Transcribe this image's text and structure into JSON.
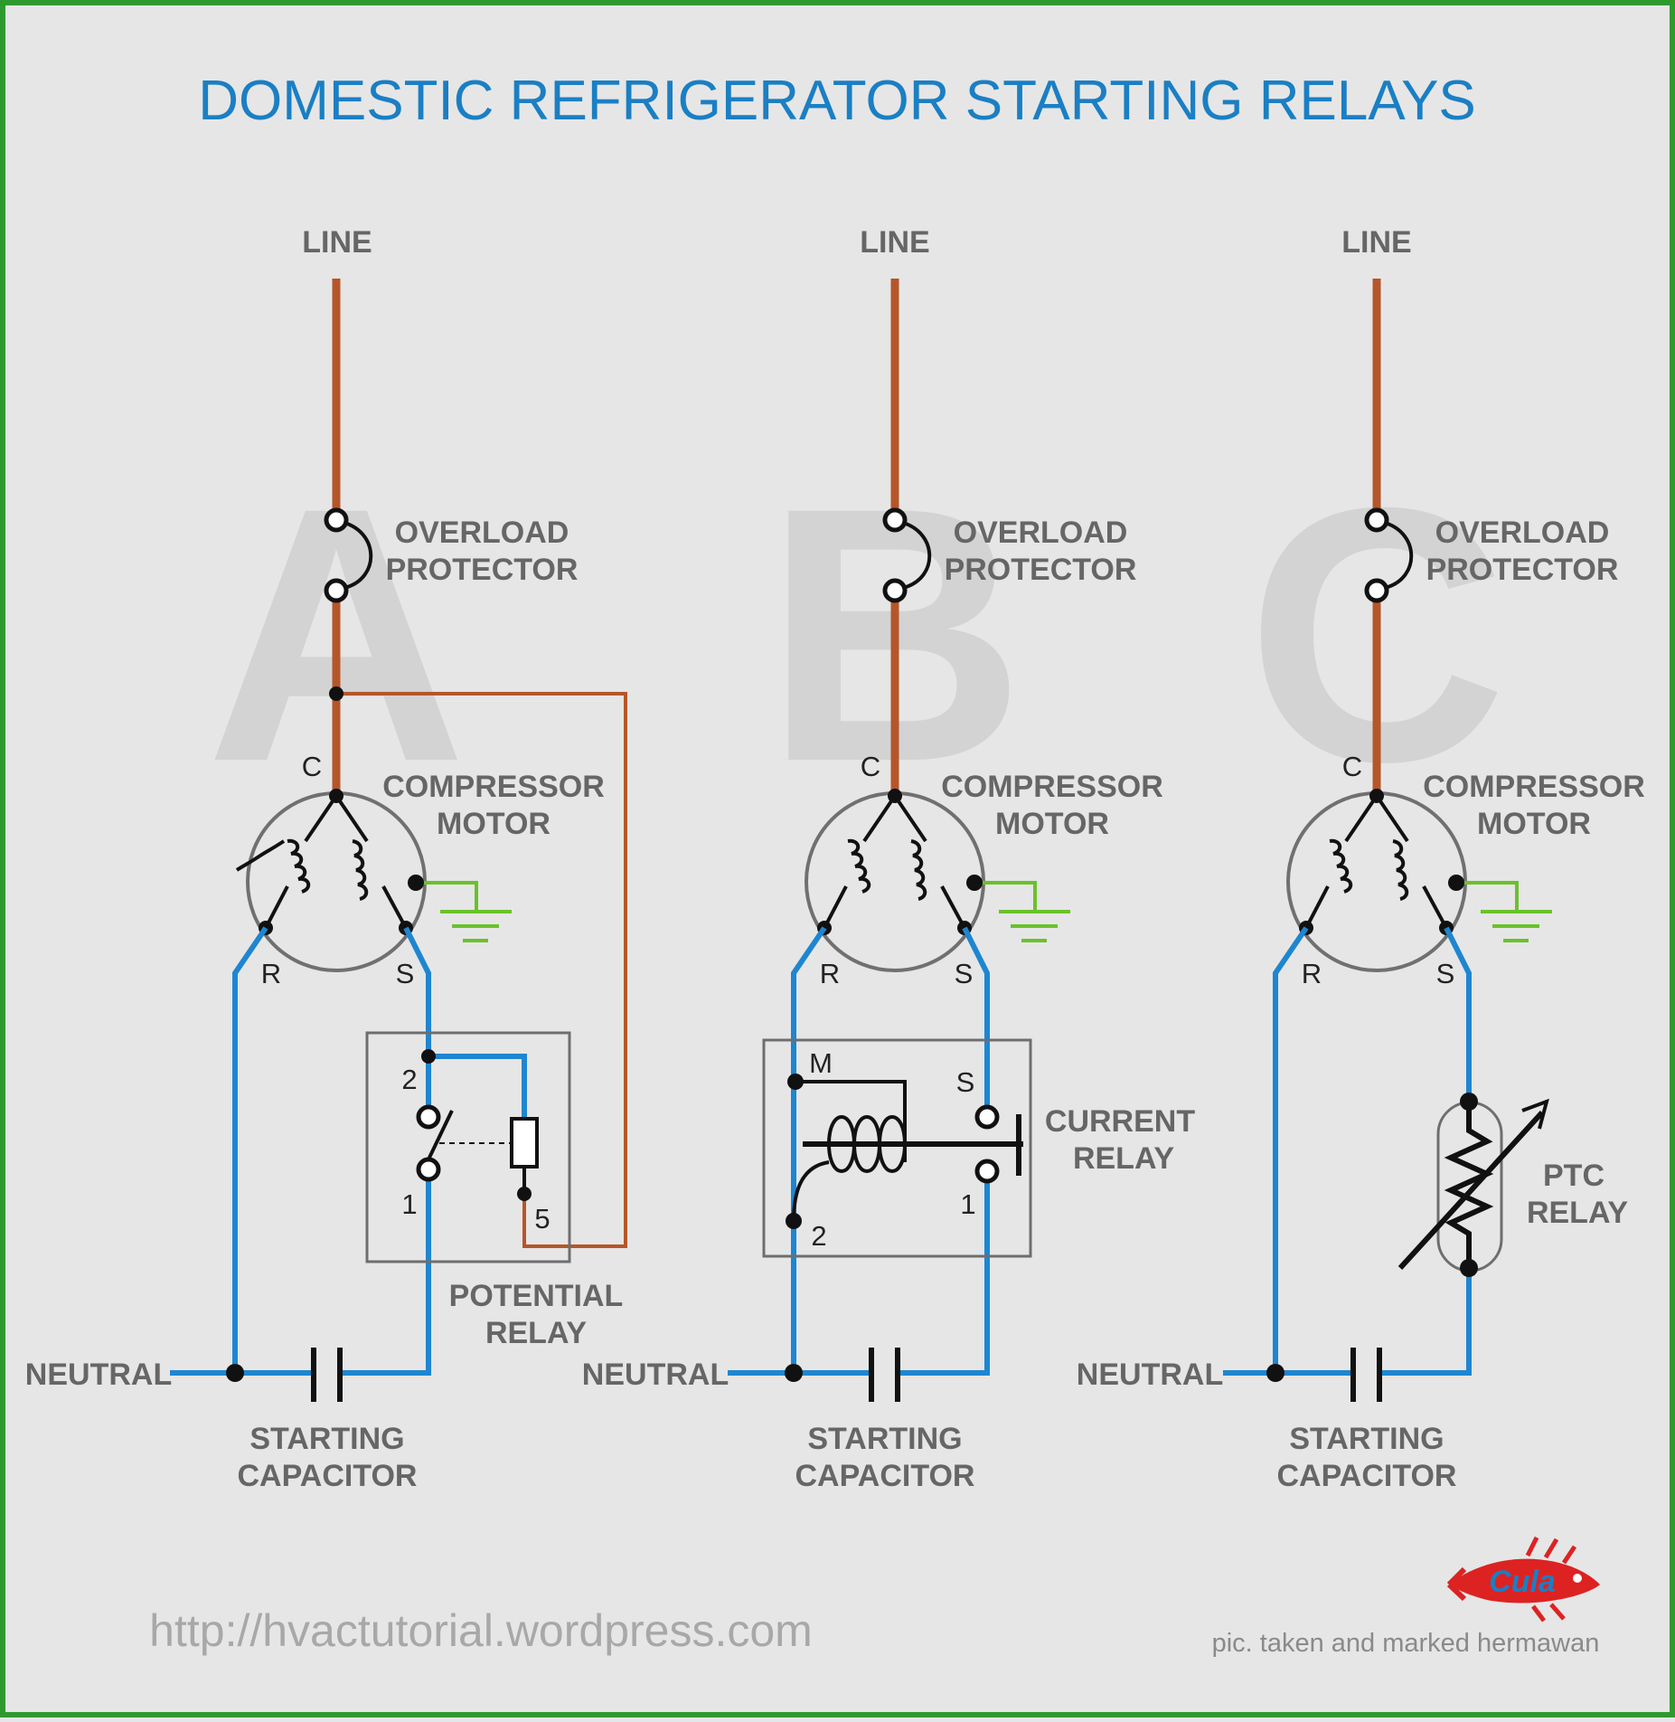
{
  "title": "DOMESTIC REFRIGERATOR STARTING RELAYS",
  "colors": {
    "title": "#1a7fc4",
    "line_wire": "#b5562a",
    "neutral_wire": "#1e86d0",
    "ground": "#6ac22a",
    "border": "#2e9a2e",
    "label": "#666666"
  },
  "circuits": [
    {
      "letter": "A",
      "line_label": "LINE",
      "overload_label_1": "OVERLOAD",
      "overload_label_2": "PROTECTOR",
      "motor_label_1": "COMPRESSOR",
      "motor_label_2": "MOTOR",
      "terminal_c": "C",
      "terminal_r": "R",
      "terminal_s": "S",
      "relay_label_1": "POTENTIAL",
      "relay_label_2": "RELAY",
      "relay_terminals": [
        "2",
        "1",
        "5"
      ],
      "neutral_label": "NEUTRAL",
      "capacitor_label_1": "STARTING",
      "capacitor_label_2": "CAPACITOR"
    },
    {
      "letter": "B",
      "line_label": "LINE",
      "overload_label_1": "OVERLOAD",
      "overload_label_2": "PROTECTOR",
      "motor_label_1": "COMPRESSOR",
      "motor_label_2": "MOTOR",
      "terminal_c": "C",
      "terminal_r": "R",
      "terminal_s": "S",
      "relay_label_1": "CURRENT",
      "relay_label_2": "RELAY",
      "relay_terminals": [
        "M",
        "S",
        "1",
        "2"
      ],
      "neutral_label": "NEUTRAL",
      "capacitor_label_1": "STARTING",
      "capacitor_label_2": "CAPACITOR"
    },
    {
      "letter": "C",
      "line_label": "LINE",
      "overload_label_1": "OVERLOAD",
      "overload_label_2": "PROTECTOR",
      "motor_label_1": "COMPRESSOR",
      "motor_label_2": "MOTOR",
      "terminal_c": "C",
      "terminal_r": "R",
      "terminal_s": "S",
      "relay_label_1": "PTC",
      "relay_label_2": "RELAY",
      "neutral_label": "NEUTRAL",
      "capacitor_label_1": "STARTING",
      "capacitor_label_2": "CAPACITOR"
    }
  ],
  "footer": {
    "url": "http://hvactutorial.wordpress.com",
    "credit": "pic. taken and marked hermawan",
    "logo_text": "Cula"
  }
}
